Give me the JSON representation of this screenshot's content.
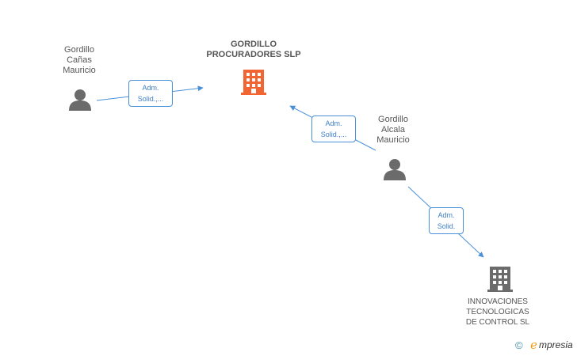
{
  "nodes": {
    "company_main": {
      "lines": [
        "GORDILLO",
        "PROCURADORES SLP"
      ],
      "icon": "building-icon",
      "color": "#f26532"
    },
    "person_canas": {
      "lines": [
        "Gordillo",
        "Cañas",
        "Mauricio"
      ],
      "icon": "person-icon",
      "color": "#6b6b6b"
    },
    "person_alcala": {
      "lines": [
        "Gordillo",
        "Alcala",
        "Mauricio"
      ],
      "icon": "person-icon",
      "color": "#6b6b6b"
    },
    "company_innovaciones": {
      "lines": [
        "INNOVACIONES",
        "TECNOLOGICAS",
        "DE CONTROL SL"
      ],
      "icon": "building-icon",
      "color": "#6b6b6b"
    }
  },
  "edges": [
    {
      "from": "person_canas",
      "to": "company_main",
      "label": [
        "Adm.",
        "Solid.,..."
      ]
    },
    {
      "from": "person_alcala",
      "to": "company_main",
      "label": [
        "Adm.",
        "Solid.,..."
      ]
    },
    {
      "from": "person_alcala",
      "to": "company_innovaciones",
      "label": [
        "Adm.",
        "Solid."
      ]
    }
  ],
  "colors": {
    "edge": "#4a90d9",
    "label_border": "#4a90d9",
    "label_text": "#3f7fc7"
  },
  "footer": {
    "copyright_symbol": "©",
    "brand_initial": "e",
    "brand_rest": "mpresia"
  }
}
